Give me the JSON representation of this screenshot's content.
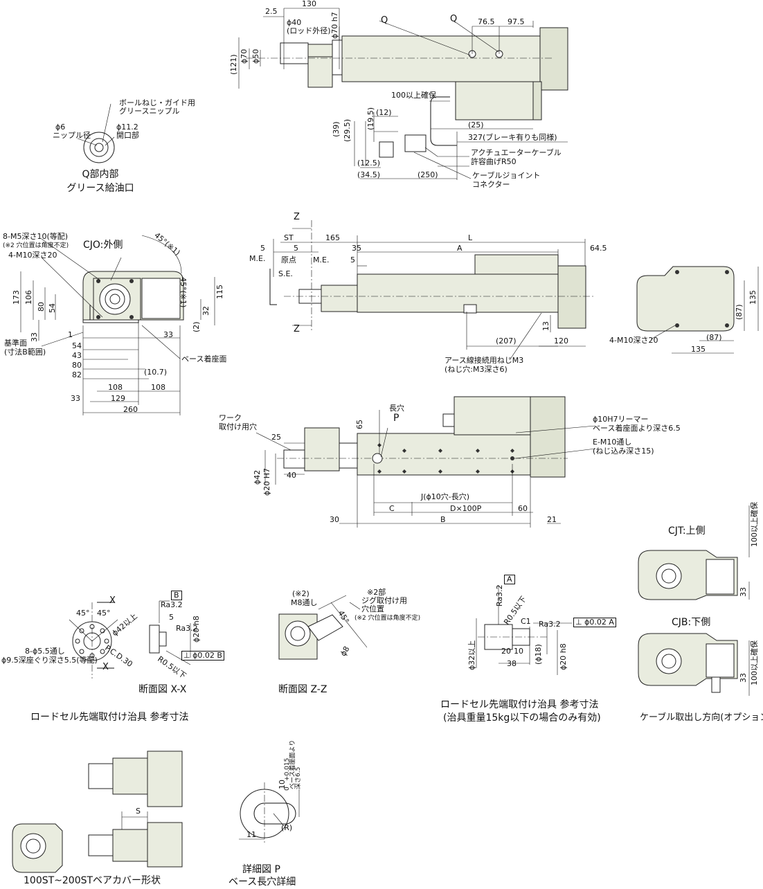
{
  "q_detail": {
    "title_lines": [
      "Q部内部",
      "グリース給油口"
    ],
    "phi6": "ϕ6",
    "nipple_dia": "ニップル径",
    "phi11_2": "ϕ11.2",
    "opening": "開口部",
    "ballscrew_nipple": "ボールねじ・ガイド用",
    "grease_nipple": "グリースニップル"
  },
  "top_view": {
    "d130": "130",
    "d2_5": "2.5",
    "phi40": "ϕ40",
    "rod_od": "(ロッド外径)",
    "phi70h7": "ϕ70 h7",
    "phi70": "ϕ70",
    "phi50": "ϕ50",
    "d121": "(121)",
    "q1": "Q",
    "q2": "Q",
    "d76_5": "76.5",
    "d97_5": "97.5",
    "keep100": "100以上確保",
    "d12": "(12)",
    "d19_5": "(19.5)",
    "d39": "(39)",
    "d29_5": "(29.5)",
    "d25": "(25)",
    "d327": "327(ブレーキ有りも同様)",
    "cable_bend1": "アクチュエーターケーブル",
    "cable_bend2": "許容曲げR50",
    "d12_5": "(12.5)",
    "d34_5": "(34.5)",
    "d250": "(250)",
    "joint1": "ケーブルジョイント",
    "joint2": "コネクター"
  },
  "side_view": {
    "z_top": "Z",
    "z_bottom": "Z",
    "st": "ST",
    "d165": "165",
    "l": "L",
    "d5a": "5",
    "d5b": "5",
    "d35": "35",
    "a": "A",
    "d64_5": "64.5",
    "me1": "M.E.",
    "origin": "原点",
    "me2": "M.E.",
    "se": "S.E.",
    "d5c": "5",
    "d207": "(207)",
    "d120": "120",
    "d13": "13",
    "earth1": "アース線接続用ねじM3",
    "earth2": "(ねじ穴:M3深さ6)"
  },
  "front_view": {
    "m5": "8-M5深さ10(等配)",
    "note2": "(※2 穴位置は角度不定)",
    "cjo": "CJO:外側",
    "m10": "4-M10深さ20",
    "ang45": "45°(※1)",
    "ang45b": "45°(※1)",
    "d173": "173",
    "d106": "106",
    "d80": "80",
    "d54": "54",
    "d33a": "33",
    "d115": "115",
    "d32": "32",
    "d2": "(2)",
    "d33b": "33",
    "d1": "1",
    "ref1": "基準面",
    "ref2": "(寸法B範囲)",
    "base": "ベース着座面",
    "d54b": "54",
    "d43": "43",
    "d80b": "80",
    "d82": "82",
    "d10_7": "(10.7)",
    "d108a": "108",
    "d108b": "108",
    "d129": "129",
    "d33c": "33",
    "d260": "260"
  },
  "end_view": {
    "d135a": "135",
    "d87a": "(87)",
    "d87b": "(87)",
    "d135b": "135",
    "m10": "4-M10深さ20"
  },
  "plan_view": {
    "work1": "ワーク",
    "work2": "取付け用穴",
    "d25": "25",
    "d40": "40",
    "phi42": "ϕ42",
    "phi20h7": "ϕ20 H7",
    "d65": "65",
    "slot": "長穴",
    "p": "P",
    "reamer1": "ϕ10H7リーマー",
    "reamer2": "ベース着座面より深さ6.5",
    "em10a": "E-M10通し",
    "em10b": "(ねじ込み深さ15)",
    "j": "J(ϕ10穴-長穴)",
    "c": "C",
    "dx100": "D×100P",
    "d60": "60",
    "d30": "30",
    "b": "B",
    "d21": "21"
  },
  "section_xx": {
    "title": "断面図 X-X",
    "x1": "X",
    "x2": "X",
    "b_box": "B",
    "ra1": "Ra3.2",
    "ra2": "Ra3.2",
    "d5": "5",
    "ang1": "45°",
    "ang2": "45°",
    "phi42": "ϕ42以上",
    "pcd": "P.C.D.30",
    "phi20h8": "ϕ20 h8",
    "perp": "⊥ ϕ0.02 B",
    "r0_5": "R0.5以下",
    "holes1": "8-ϕ5.5通し",
    "holes2": "ϕ9.5深座ぐり深さ5.5(等配)"
  },
  "section_zz": {
    "title": "断面図 Z-Z",
    "note1": "(※2)",
    "m8": "M8通し",
    "jig1": "※2部",
    "jig2": "ジグ取付け用",
    "jig3": "穴位置",
    "jig4": "(※2 穴位置は角度不定)",
    "ang45": "45°",
    "phi8": "ϕ8"
  },
  "loadcell_left": {
    "title": "ロードセル先端取付け治具  参考寸法"
  },
  "loadcell_right": {
    "title1": "ロードセル先端取付け治具  参考寸法",
    "title2": "(治具重量15kg以下の場合のみ有効)",
    "a_box": "A",
    "ra1": "Ra3.2",
    "ra2": "Ra3.2",
    "r0_5": "R0.5以下",
    "c1": "C1",
    "perp": "⊥ ϕ0.02 A",
    "d20": "20",
    "d10": "10",
    "d38": "38",
    "phi18": "(ϕ18)",
    "phi32": "ϕ32以上",
    "phi20h8": "ϕ20 h8"
  },
  "cable_option": {
    "title": "ケーブル取出し方向(オプション)",
    "cjt": "CJT:上側",
    "cjb": "CJB:下側",
    "keep1": "100以上確保",
    "keep2": "100以上確保",
    "d33a": "33",
    "d33b": "33"
  },
  "bellows": {
    "title": "100ST~200STベアカバー形状",
    "s": "S"
  },
  "detail_p": {
    "title1": "詳細図 P",
    "title2": "ベース長穴詳細",
    "d10": "10",
    "tol_up": "+0.015",
    "tol_dn": "0",
    "note1": "ベース着座面より",
    "note2": "深さ6.5",
    "d11": "11",
    "r": "(R)"
  }
}
